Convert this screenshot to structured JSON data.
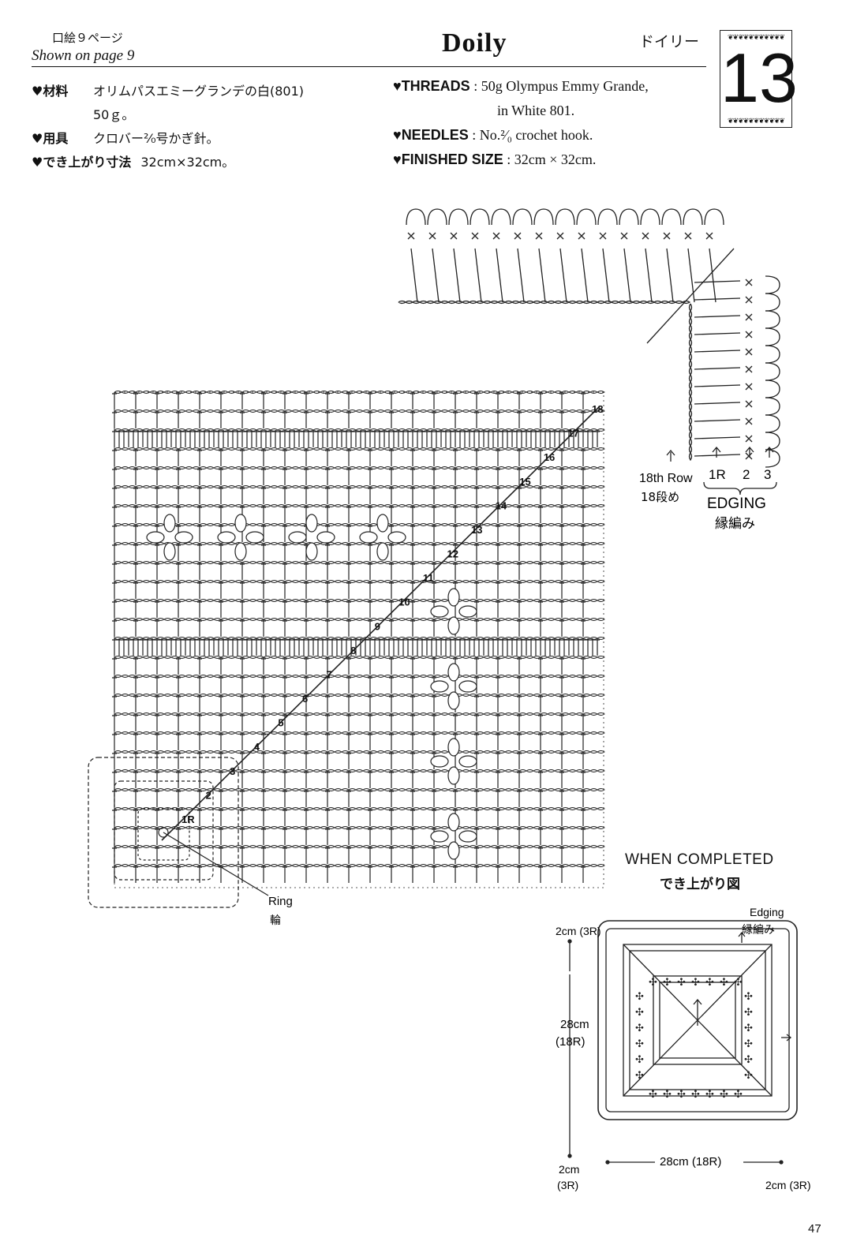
{
  "header": {
    "jp_page_ref": "口絵９ページ",
    "en_page_ref": "Shown on page 9",
    "title": "Doily",
    "title_jp": "ドイリー",
    "pattern_number": "13"
  },
  "materials_jp": [
    {
      "label": "♥材料",
      "text": "オリムパスエミーグランデの白(801)"
    },
    {
      "label": "",
      "text": "50ｇ。"
    },
    {
      "label": "♥用具",
      "text": "クロバー²⁄₀号かぎ針。"
    },
    {
      "label": "♥でき上がり寸法",
      "text": "32cm×32cm。"
    }
  ],
  "materials_en": [
    {
      "label": "♥THREADS",
      "sep": ":",
      "text": "50g Olympus Emmy Grande,"
    },
    {
      "label": "",
      "sep": "",
      "text": "in White 801."
    },
    {
      "label": "♥NEEDLES",
      "sep": ":",
      "text": "No.²⁄₀ crochet hook."
    },
    {
      "label": "♥FINISHED SIZE",
      "sep": ":",
      "text": "32cm × 32cm."
    }
  ],
  "main_chart": {
    "row_numbers": [
      "1R",
      "2",
      "3",
      "4",
      "5",
      "6",
      "7",
      "8",
      "9",
      "10",
      "11",
      "12",
      "13",
      "14",
      "15",
      "16",
      "17",
      "18"
    ],
    "ring_label_en": "Ring",
    "ring_label_jp": "輪"
  },
  "edging_chart": {
    "row18_label_en": "18th Row",
    "row18_label_jp": "18段め",
    "row_labels": [
      "1R",
      "2",
      "3"
    ],
    "title_en": "EDGING",
    "title_jp": "縁編み"
  },
  "completed": {
    "title_en": "WHEN COMPLETED",
    "title_jp": "でき上がり図",
    "edging_en": "Edging",
    "edging_jp": "縁編み",
    "dim_top": "2cm (3R)",
    "dim_side": "28cm",
    "dim_side_rows": "(18R)",
    "dim_bottom_left": "2cm",
    "dim_bottom_left_rows": "(3R)",
    "dim_bottom": "28cm (18R)",
    "dim_bottom_right": "2cm (3R)"
  },
  "page_number": "47"
}
